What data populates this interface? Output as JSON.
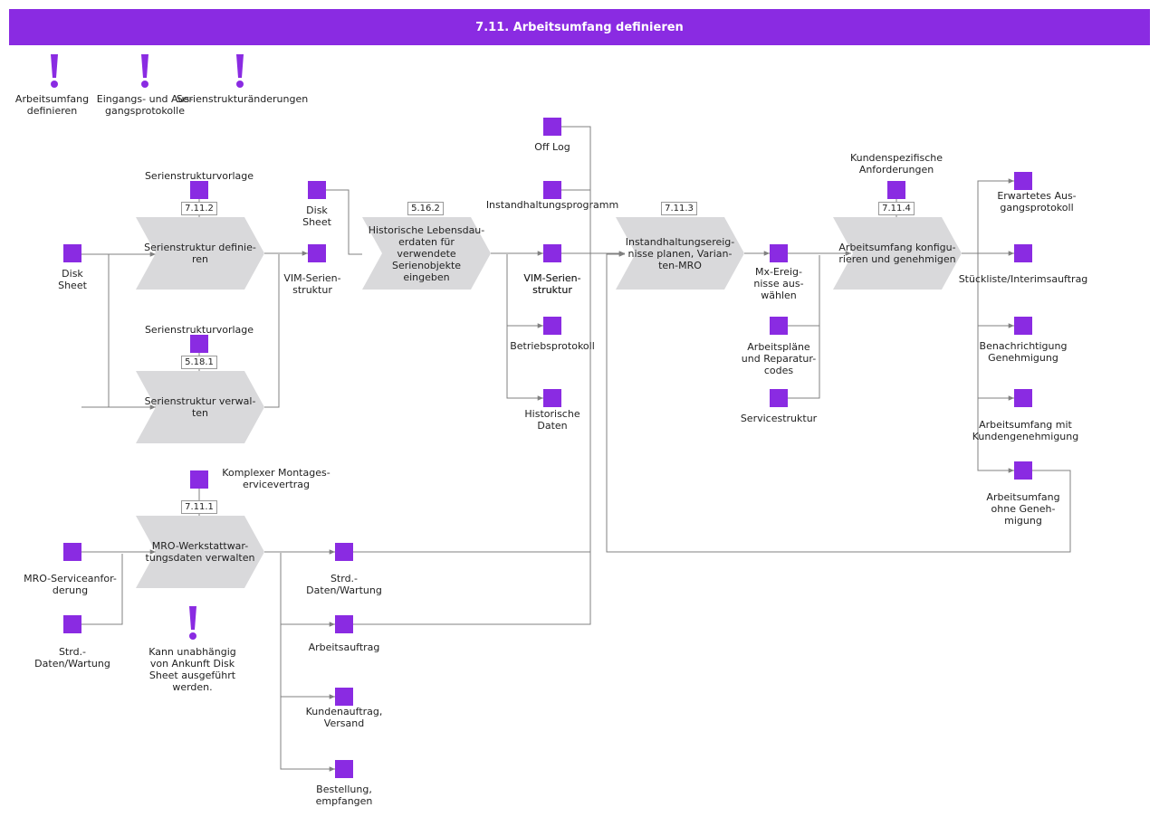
{
  "title": "7.11. Arbeitsumfang definieren",
  "colors": {
    "accent": "#8a2be2",
    "process": "#d9d9db",
    "connector": "#808080"
  },
  "legend": [
    {
      "id": "lg1",
      "icon": "exclamation-icon",
      "label": "Arbeitsumfang\ndefinieren"
    },
    {
      "id": "lg2",
      "icon": "exclamation-icon",
      "label": "Eingangs- und Aus-\ngangsprotokolle"
    },
    {
      "id": "lg3",
      "icon": "exclamation-icon",
      "label": "Serienstrukturänderungen"
    }
  ],
  "note": {
    "icon": "exclamation-icon",
    "label": "Kann unabhängig\nvon Ankunft Disk\nSheet ausgeführt\nwerden."
  },
  "processes": [
    {
      "id": "p1",
      "tag": "7.11.2",
      "label": "Serienstruktur definie-\nren"
    },
    {
      "id": "p2",
      "tag": "5.18.1",
      "label": "Serienstruktur verwal-\nten"
    },
    {
      "id": "p3",
      "tag": "7.11.1",
      "label": "MRO-Werkstattwar-\ntungsdaten verwalten"
    },
    {
      "id": "p4",
      "tag": "5.16.2",
      "label": "Historische Lebensdau-\nerdaten für verwendete\nSerienobjekte eingeben"
    },
    {
      "id": "p5",
      "tag": "7.11.3",
      "label": "Instandhaltungsereig-\nnisse planen, Varian-\nten-MRO"
    },
    {
      "id": "p6",
      "tag": "7.11.4",
      "label": "Arbeitsumfang konfigu-\nrieren und genehmigen"
    }
  ],
  "objects": [
    {
      "id": "o1",
      "label": "Serienstrukturvorlage"
    },
    {
      "id": "o2",
      "label": "Disk\nSheet"
    },
    {
      "id": "o3",
      "label": "VIM-Serien-\nstruktur"
    },
    {
      "id": "o4",
      "label": "Serienstrukturvorlage"
    },
    {
      "id": "o5",
      "label": "Komplexer Montages-\nervicevertrag"
    },
    {
      "id": "o6",
      "label": "MRO-Serviceanfor-\nderung"
    },
    {
      "id": "o7",
      "label": "Strd.-\nDaten/Wartung"
    },
    {
      "id": "o8",
      "label": "Disk\nSheet"
    },
    {
      "id": "o9",
      "label": "VIM-Serien-\nstruktur"
    },
    {
      "id": "o10",
      "label": "Strd.-\nDaten/Wartung"
    },
    {
      "id": "o11",
      "label": "Arbeitsauftrag"
    },
    {
      "id": "o12",
      "label": "Kundenauftrag,\nVersand"
    },
    {
      "id": "o13",
      "label": "Bestellung,\nempfangen"
    },
    {
      "id": "o14",
      "label": "Off Log"
    },
    {
      "id": "o15",
      "label": "Instandhaltungsprogramm"
    },
    {
      "id": "o16",
      "label": "VIM-Serien-\nstruktur"
    },
    {
      "id": "o17",
      "label": "Betriebsprotokoll"
    },
    {
      "id": "o18",
      "label": "Historische\nDaten"
    },
    {
      "id": "o19",
      "label": "Mx-Ereig-\nnisse aus-\nwählen"
    },
    {
      "id": "o20",
      "label": "Arbeitspläne\nund Reparatur-\ncodes"
    },
    {
      "id": "o21",
      "label": "Servicestruktur"
    },
    {
      "id": "o22",
      "label": "Kundenspezifische\nAnforderungen"
    },
    {
      "id": "o23",
      "label": "Erwartetes Aus-\ngangsprotokoll"
    },
    {
      "id": "o24",
      "label": "Stückliste/Interimsauftrag"
    },
    {
      "id": "o25",
      "label": "Benachrichtigung\nGenehmigung"
    },
    {
      "id": "o26",
      "label": "Arbeitsumfang mit\nKundengenehmigung"
    },
    {
      "id": "o27",
      "label": "Arbeitsumfang\nohne Geneh-\nmigung"
    }
  ]
}
